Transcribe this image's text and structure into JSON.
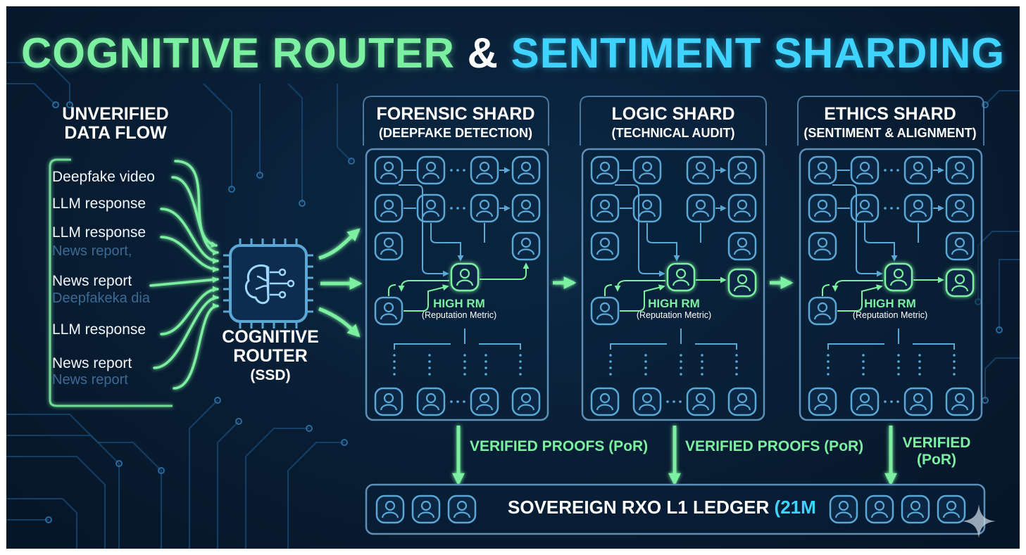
{
  "title": {
    "part1": "COGNITIVE ROUTER",
    "amp": "&",
    "part2": "SENTIMENT SHARDING"
  },
  "input": {
    "heading_line1": "UNVERIFIED",
    "heading_line2": "DATA FLOW",
    "items": [
      "Deepfake video",
      "LLM response",
      "LLM response",
      "News report",
      "LLM response",
      "News report"
    ],
    "ghost_items": [
      "News report,",
      "Deepfakeka dia",
      "News report"
    ]
  },
  "router": {
    "label_line1": "COGNITIVE",
    "label_line2": "ROUTER",
    "label_line3": "(SSD)",
    "icon": "brain-chip-icon"
  },
  "shards": [
    {
      "title": "FORENSIC SHARD",
      "subtitle": "(DEEPFAKE DETECTION)",
      "metric": "HIGH RM",
      "metric_note": "(Reputation Metric)"
    },
    {
      "title": "LOGIC SHARD",
      "subtitle": "(TECHNICAL AUDIT)",
      "metric": "HIGH RM",
      "metric_note": "(Reputation Metric)"
    },
    {
      "title": "ETHICS SHARD",
      "subtitle": "(SENTIMENT & ALIGNMENT)",
      "metric": "HIGH RM",
      "metric_note": "(Reputation Metric)"
    }
  ],
  "proofs": [
    {
      "line1": "VERIFIED PROOFS (PoR)"
    },
    {
      "line1": "VERIFIED PROOFS (PoR)"
    },
    {
      "line1": "VERIFIED",
      "line2": "(PoR)"
    }
  ],
  "ledger": {
    "label": "SOVEREIGN RXO L1 LEDGER",
    "label_suffix": "(21M"
  },
  "colors": {
    "background": "#081d33",
    "accent_green": "#7bf0a0",
    "accent_cyan": "#3fd4ff",
    "node_stroke": "#5ba8d6",
    "frame": "#5d8fb8"
  },
  "icons": {
    "node": "user-node-icon",
    "sparkle": "sparkle-icon"
  }
}
